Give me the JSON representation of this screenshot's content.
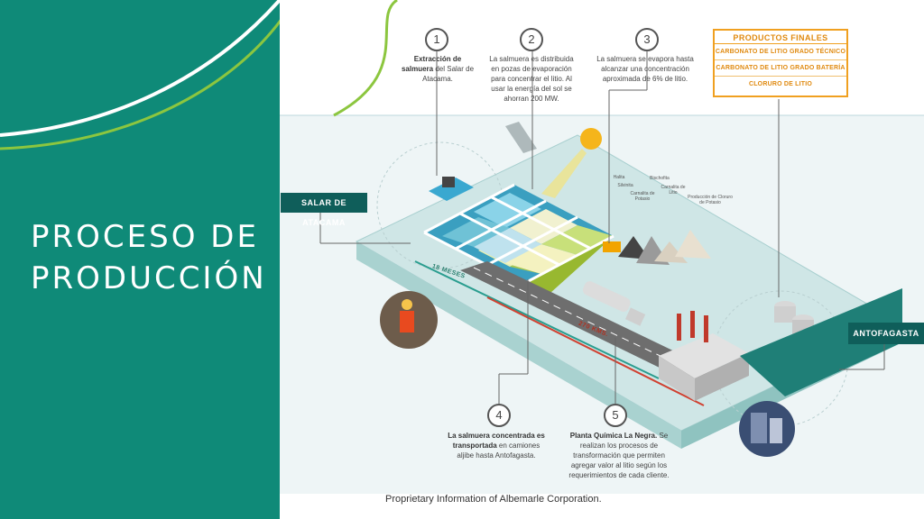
{
  "title": {
    "line1": "PROCESO DE",
    "line2": "PRODUCCIÓN"
  },
  "places": {
    "salar": "SALAR DE ATACAMA",
    "antofagasta": "ANTOFAGASTA"
  },
  "steps": [
    {
      "number": "1",
      "bold": "Extracción de salmuera",
      "text": " del Salar de Atacama."
    },
    {
      "number": "2",
      "bold": "",
      "text": "La salmuera es distribuida en pozas de evaporación para concentrar el litio. Al usar la energía del sol se ahorran 200 MW."
    },
    {
      "number": "3",
      "bold": "",
      "text": "La salmuera se evapora hasta alcanzar una concentración aproximada de 6% de litio."
    },
    {
      "number": "4",
      "bold": "La salmuera concentrada es transportada",
      "text": " en camiones aljibe hasta Antofagasta."
    },
    {
      "number": "5",
      "bold": "Planta Química La Negra.",
      "text": " Se realizan los procesos de transformación que permiten agregar valor al litio según los requerimientos de cada cliente."
    }
  ],
  "products": {
    "heading": "PRODUCTOS FINALES",
    "items": [
      "Carbonato de litio grado técnico",
      "Carbonato de litio grado batería",
      "Cloruro de litio"
    ]
  },
  "minerals": {
    "halita": "Halita",
    "silvinita": "Silvinita",
    "carnalita_potasio": "Carnalita de Potasio",
    "bischofita": "Bischofita",
    "carnalita_litio": "Carnalita de Litio",
    "cloruro_potasio": "Producción de Cloruro de Potasio"
  },
  "route": {
    "months": "18 MESES",
    "distance": "270 KMS."
  },
  "footer": "Proprietary Information of Albemarle Corporation.",
  "colors": {
    "brand_teal": "#0f8a78",
    "dark_teal": "#0f5e5a",
    "accent_orange": "#f0a020",
    "lime": "#8cc63f"
  }
}
